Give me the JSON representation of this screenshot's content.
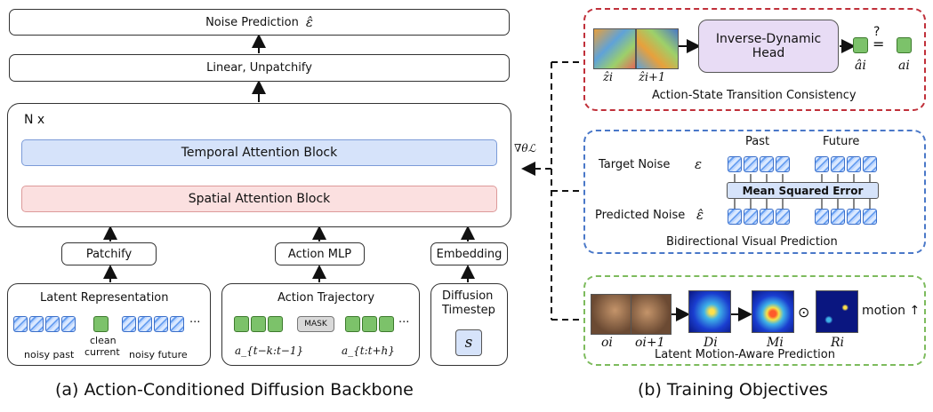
{
  "backbone": {
    "noise_prediction": "Noise Prediction",
    "noise_prediction_symbol": "ε̂",
    "linear_unpatchify": "Linear, Unpatchify",
    "nx": "N x",
    "temporal_block": "Temporal Attention Block",
    "spatial_block": "Spatial Attention Block",
    "patchify": "Patchify",
    "action_mlp": "Action MLP",
    "embedding": "Embedding",
    "latent_title": "Latent Representation",
    "noisy_past": "noisy past",
    "clean_current_1": "clean",
    "clean_current_2": "current",
    "noisy_future": "noisy future",
    "ellipsis": "···",
    "action_title": "Action Trajectory",
    "mask": "MASK",
    "a_past": "a_{t−k:t−1}",
    "a_future": "a_{t:t+h}",
    "diffusion_1": "Diffusion",
    "diffusion_2": "Timestep",
    "s_symbol": "s",
    "caption": "(a)  Action-Conditioned Diffusion Backbone",
    "grad_label": "∇θℒ"
  },
  "objectives": {
    "caption": "(b)  Training Objectives",
    "consistency": {
      "head_1": "Inverse-Dynamic",
      "head_2": "Head",
      "z_i": "ẑi",
      "z_i1": "ẑi+1",
      "a_hat": "âi",
      "a_i": "ai",
      "approx": "=",
      "question": "?",
      "title": "Action-State Transition Consistency"
    },
    "bidirectional": {
      "past": "Past",
      "future": "Future",
      "target_noise": "Target Noise",
      "target_symbol": "ε",
      "mse": "Mean Squared Error",
      "predicted_noise": "Predicted Noise",
      "predicted_symbol": "ε̂",
      "title": "Bidirectional Visual Prediction"
    },
    "motion": {
      "o_i": "oi",
      "o_i1": "oi+1",
      "d_i": "Di",
      "m_i": "Mi",
      "r_i": "Ri",
      "odot": "⊙",
      "motion": "motion ↑",
      "title": "Latent Motion-Aware Prediction"
    }
  },
  "colors": {
    "temporal_fill": "#d6e3fa",
    "spatial_fill": "#fbe0e0",
    "head_fill": "#e8dcf5",
    "red_dash": "#c0303a",
    "blue_dash": "#4a78c8",
    "green_dash": "#7dbb5d"
  }
}
